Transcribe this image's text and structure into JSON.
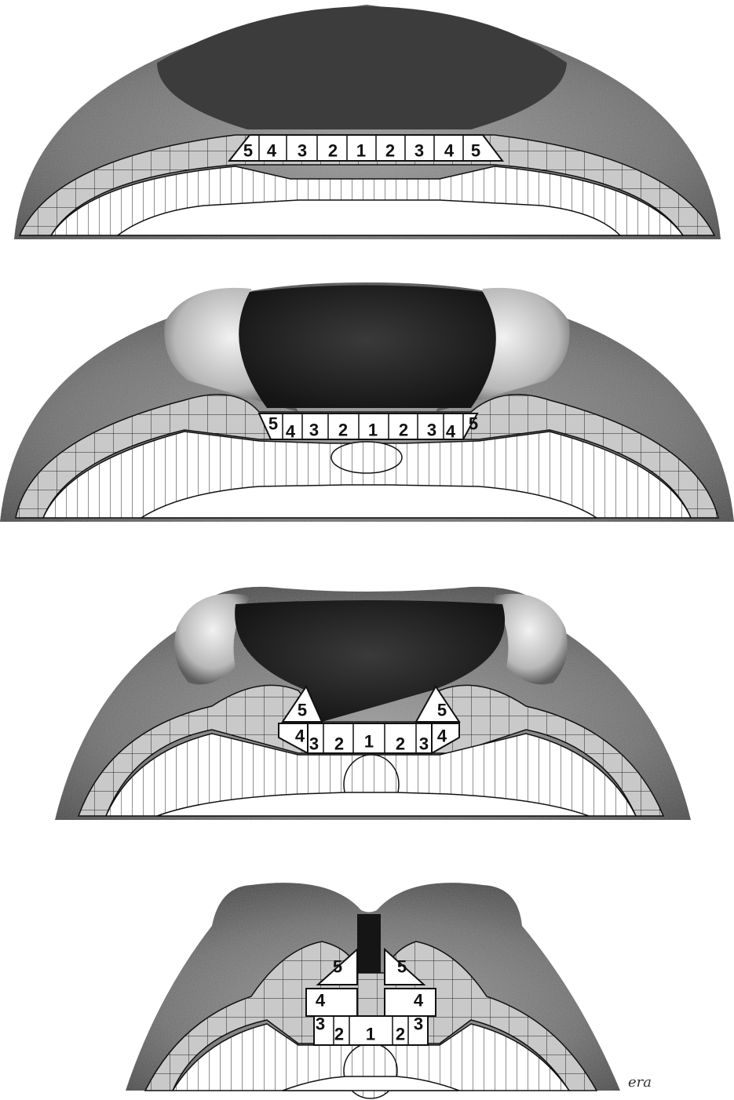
{
  "panels": [
    {
      "id": "stage-1",
      "cell_labels": [
        "5",
        "4",
        "3",
        "2",
        "1",
        "2",
        "3",
        "4",
        "5"
      ]
    },
    {
      "id": "stage-2",
      "cell_labels": [
        "5",
        "4",
        "3",
        "2",
        "1",
        "2",
        "3",
        "4",
        "5"
      ]
    },
    {
      "id": "stage-3",
      "cell_labels": [
        "5",
        "4",
        "3",
        "2",
        "1",
        "2",
        "3",
        "4",
        "5"
      ]
    },
    {
      "id": "stage-4",
      "cell_labels": [
        "5",
        "4",
        "3",
        "2",
        "1",
        "2",
        "3",
        "4",
        "5"
      ]
    }
  ],
  "signature": "era"
}
